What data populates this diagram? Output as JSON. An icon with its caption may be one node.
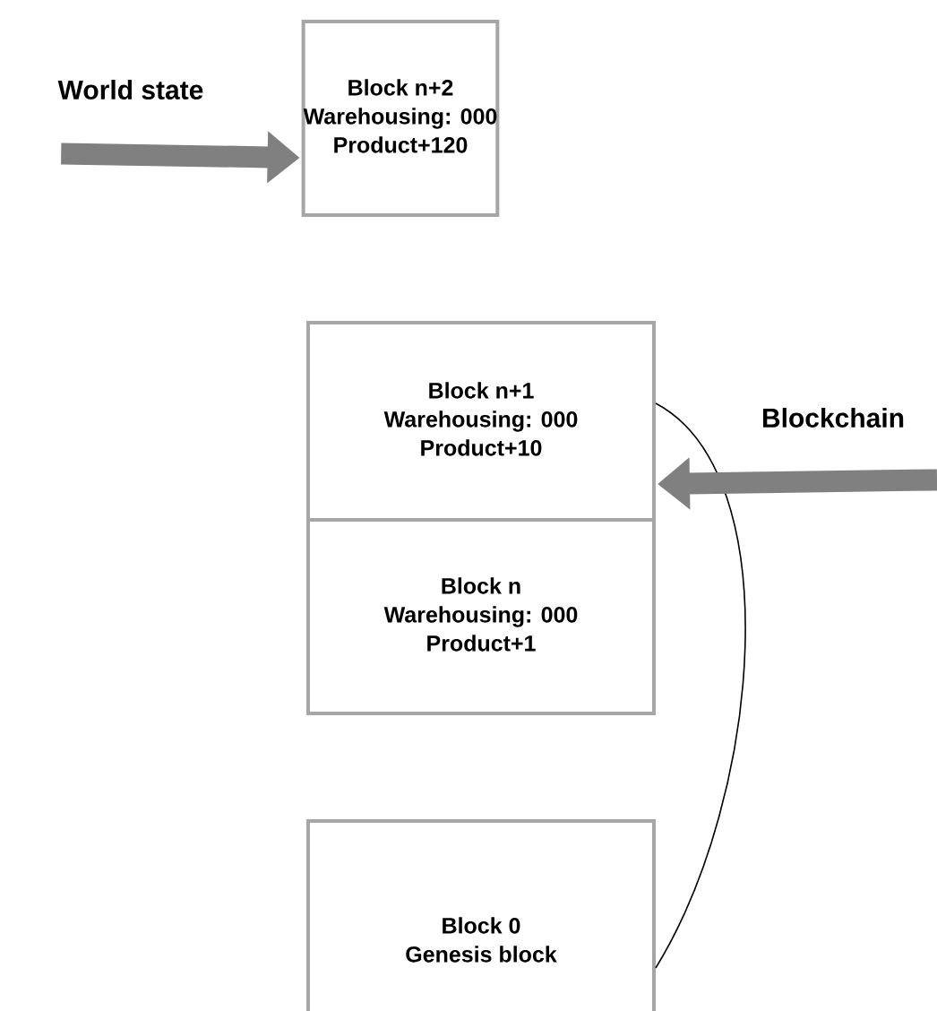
{
  "diagram": {
    "nodes": [
      {
        "text": [
          "World state"
        ]
      },
      {
        "text": [
          "Block n+2",
          "Warehousing: 000",
          "Product+120"
        ]
      },
      {
        "text": [
          "Block n+1",
          "Warehousing: 000",
          "Product+10"
        ]
      },
      {
        "text": [
          "Block n",
          "Warehousing: 000",
          "Product+1"
        ]
      },
      {
        "text": [
          "Block 0",
          "Genesis block"
        ]
      },
      {
        "text": [
          "Blockchain"
        ]
      }
    ],
    "edges": [
      {
        "from": 0,
        "to": 1,
        "arrow": "to"
      },
      {
        "from": 2,
        "to": 4,
        "arrow": "none",
        "color": "#000000"
      },
      {
        "from": 5,
        "to": 2,
        "arrow": "to"
      }
    ]
  }
}
